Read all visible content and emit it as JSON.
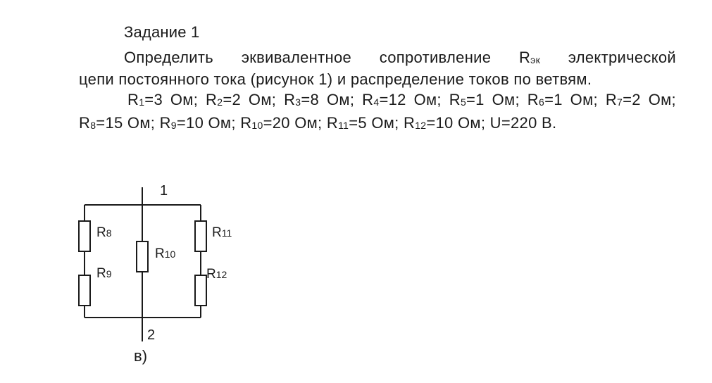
{
  "task": {
    "title": "Задание 1",
    "line1": "Определить эквивалентное сопротивление R",
    "line1_sub": "эк",
    "line1_end": " электрической",
    "line2": "цепи постоянного тока (рисунок 1) и распределение токов по ветвям."
  },
  "params": [
    {
      "name": "R",
      "sub": "1",
      "val": "=3 Ом; "
    },
    {
      "name": "R",
      "sub": "2",
      "val": "=2 Ом; "
    },
    {
      "name": "R",
      "sub": "3",
      "val": "=8 Ом; "
    },
    {
      "name": "R",
      "sub": "4",
      "val": "=12 Ом; "
    },
    {
      "name": "R",
      "sub": "5",
      "val": "=1 Ом; "
    },
    {
      "name": "R",
      "sub": "6",
      "val": "=1 Ом; "
    },
    {
      "name": "R",
      "sub": "7",
      "val": "=2 Ом;"
    },
    {
      "name": "R",
      "sub": "8",
      "val": "=15 Ом; "
    },
    {
      "name": "R",
      "sub": "9",
      "val": "=10 Ом; "
    },
    {
      "name": "R",
      "sub": "10",
      "val": "=20 Ом; "
    },
    {
      "name": "R",
      "sub": "11",
      "val": "=5 Ом; "
    },
    {
      "name": "R",
      "sub": "12",
      "val": "=10 Ом; "
    },
    {
      "name": "U",
      "sub": "",
      "val": "=220 В."
    }
  ],
  "circuit": {
    "node_top": "1",
    "node_bottom": "2",
    "caption": "в)",
    "resistors": {
      "r8": {
        "name": "R",
        "sub": "8"
      },
      "r9": {
        "name": "R",
        "sub": "9"
      },
      "r10": {
        "name": "R",
        "sub": "10"
      },
      "r11": {
        "name": "R",
        "sub": "11"
      },
      "r12": {
        "name": "R",
        "sub": "12"
      }
    }
  }
}
